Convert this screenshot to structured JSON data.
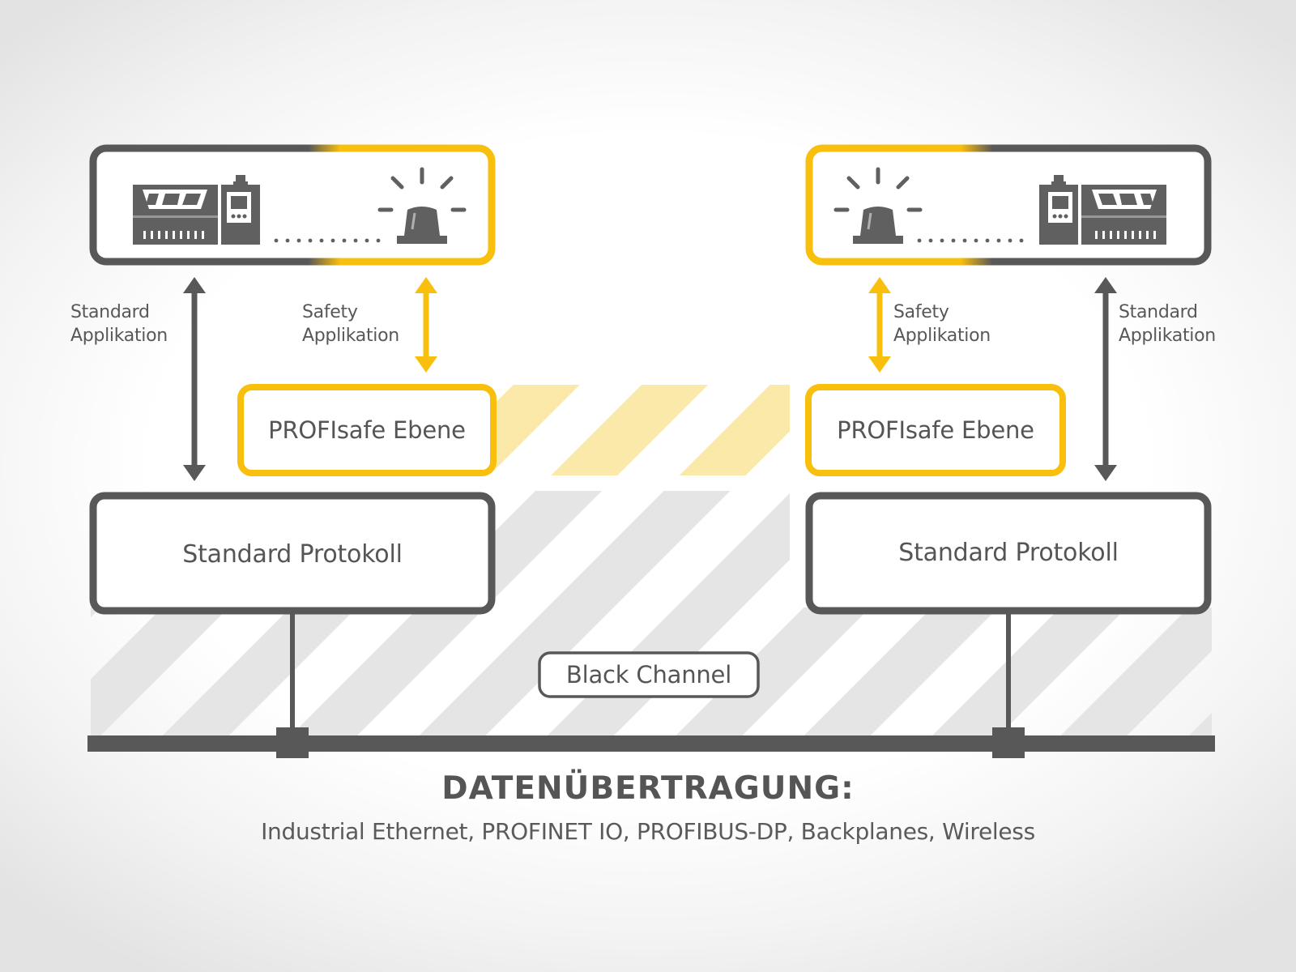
{
  "colors": {
    "dark": "#585858",
    "yellow": "#f9bf0d",
    "yellow_light": "#fae9a9",
    "hatch": "#e5e5e5",
    "text": "#555555"
  },
  "left_side": {
    "device_icon": "plc-controller-icon",
    "alarm_icon": "warning-beacon-icon",
    "standard_label_line1": "Standard",
    "standard_label_line2": "Applikation",
    "safety_label_line1": "Safety",
    "safety_label_line2": "Applikation",
    "profisafe_label": "PROFIsafe Ebene",
    "protocol_label": "Standard Protokoll"
  },
  "right_side": {
    "device_icon": "plc-controller-icon",
    "alarm_icon": "warning-beacon-icon",
    "standard_label_line1": "Standard",
    "standard_label_line2": "Applikation",
    "safety_label_line1": "Safety",
    "safety_label_line2": "Applikation",
    "profisafe_label": "PROFIsafe Ebene",
    "protocol_label": "Standard Protokoll"
  },
  "channel": {
    "label": "Black Channel"
  },
  "footer": {
    "title": "DATENÜBERTRAGUNG:",
    "subtitle": "Industrial Ethernet, PROFINET IO, PROFIBUS-DP, Backplanes, Wireless"
  }
}
